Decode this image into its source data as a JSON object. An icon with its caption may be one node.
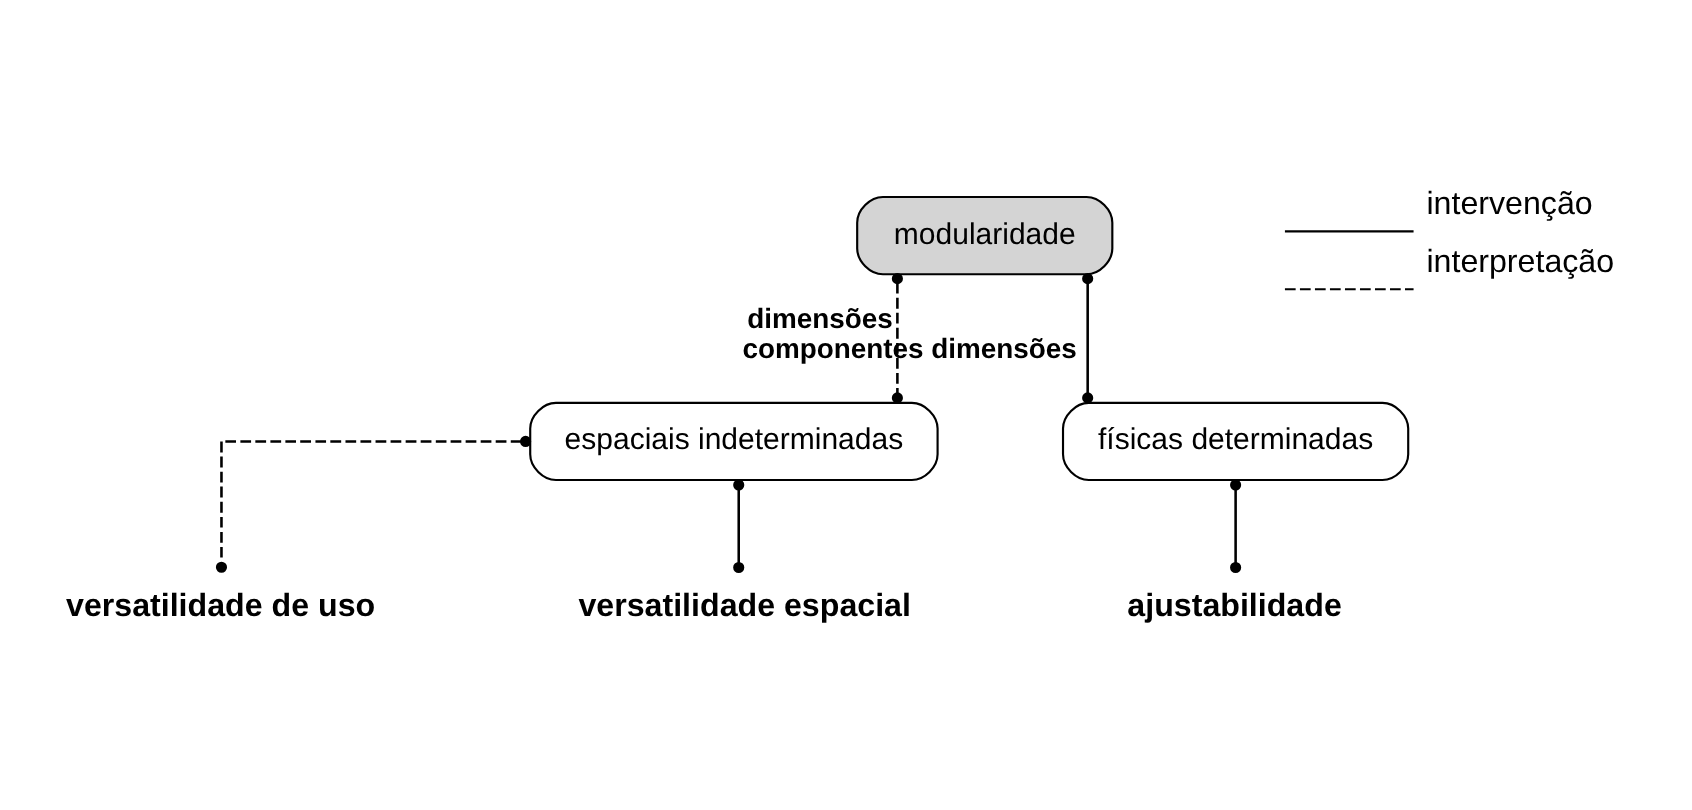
{
  "diagram": {
    "nodes": [
      {
        "text": [
          "modularidade"
        ]
      },
      {
        "text": [
          "espaciais indeterminadas"
        ]
      },
      {
        "text": [
          "físicas determinadas"
        ]
      },
      {
        "text": [
          "versatilidade de uso"
        ]
      },
      {
        "text": [
          "versatilidade espacial"
        ]
      },
      {
        "text": [
          "ajustabilidade"
        ]
      }
    ],
    "edges": [
      {
        "from": 0,
        "to": 1,
        "arrow": "other",
        "style": "dashed",
        "label": "dimensões"
      },
      {
        "from": 0,
        "to": 2,
        "arrow": "other",
        "label": "componentes dimensões"
      },
      {
        "from": 1,
        "to": 3,
        "arrow": "other",
        "style": "dashed"
      },
      {
        "from": 1,
        "to": 4,
        "arrow": "other"
      },
      {
        "from": 2,
        "to": 5,
        "arrow": "other"
      }
    ],
    "legend": [
      {
        "text": "intervenção"
      },
      {
        "text": "interpretação"
      }
    ]
  }
}
